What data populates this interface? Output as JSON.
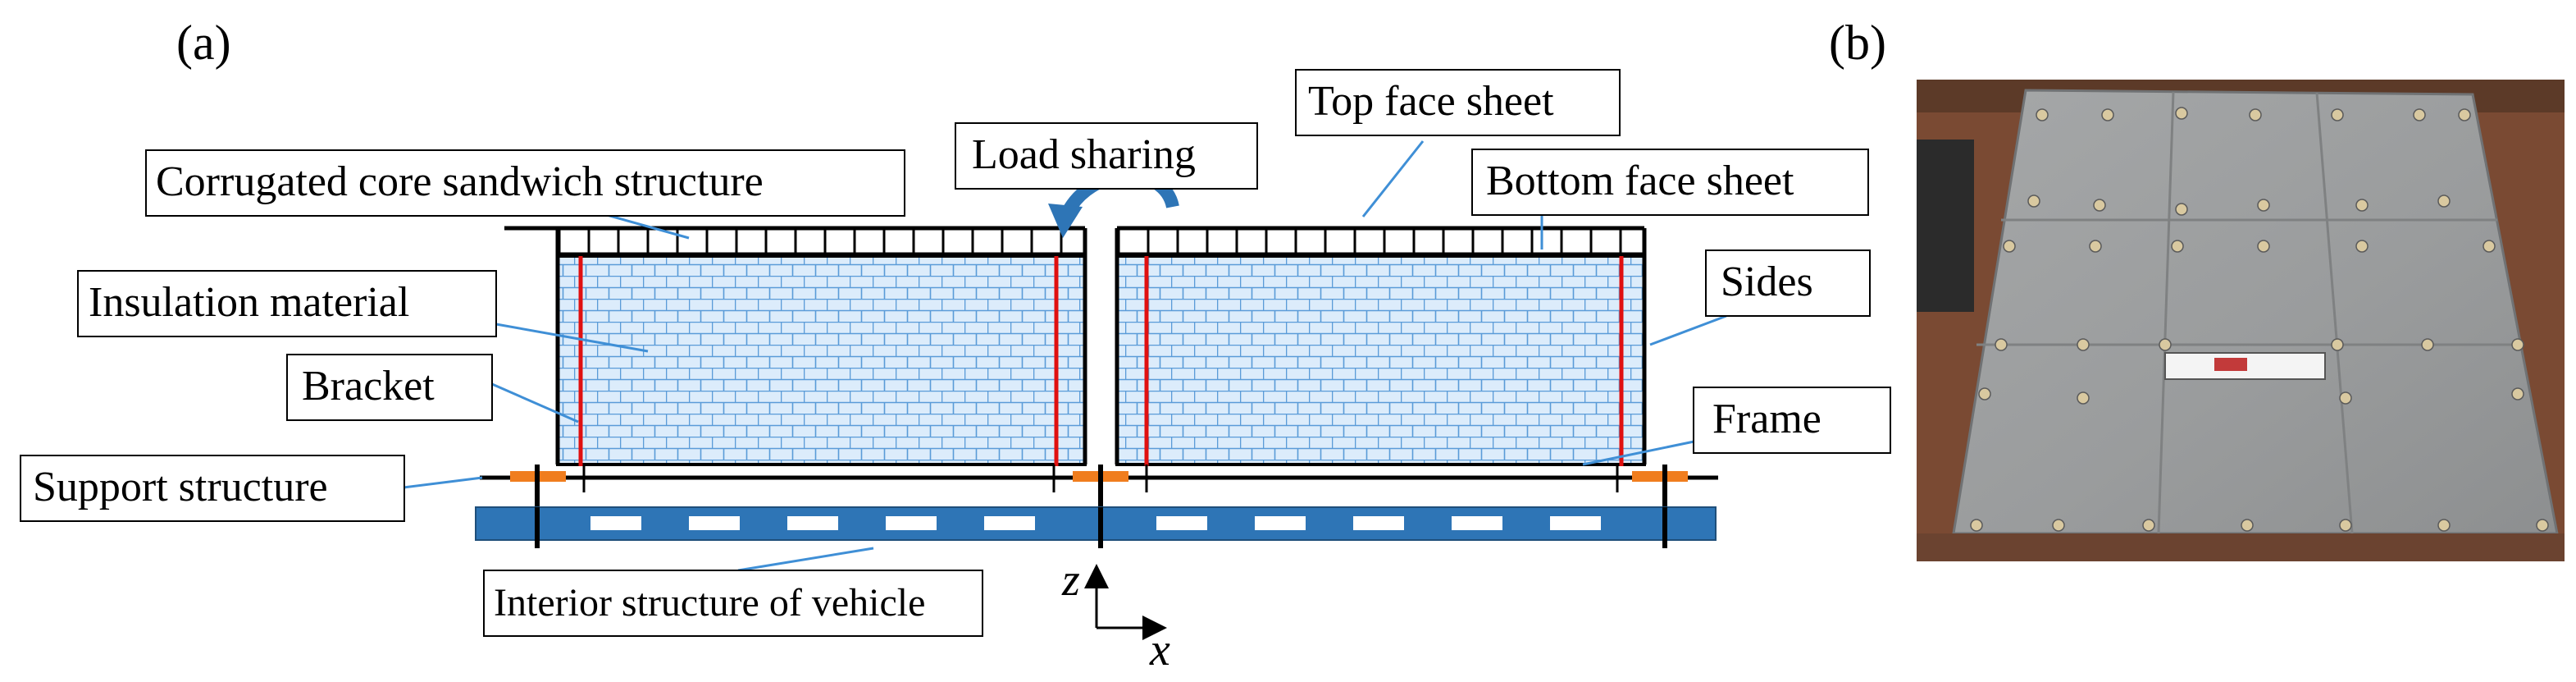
{
  "panels": {
    "a": "(a)",
    "b": "(b)"
  },
  "labels": {
    "corrugated_core": "Corrugated core sandwich structure",
    "load_sharing": "Load sharing",
    "top_face_sheet": "Top face sheet",
    "bottom_face_sheet": "Bottom face sheet",
    "insulation": "Insulation material",
    "sides": "Sides",
    "bracket": "Bracket",
    "frame": "Frame",
    "support_structure": "Support structure",
    "interior_structure": "Interior structure of vehicle"
  },
  "axes": {
    "z": "z",
    "x": "x"
  },
  "colors": {
    "leader": "#3f8fd6",
    "insulation_fill": "#dcecfb",
    "insulation_pattern": "#5a9bd8",
    "bracket": "#e01010",
    "support_pad": "#f07d1e",
    "vehicle_structure": "#2e75b6",
    "photo_background": "#7a4a33",
    "panel_surface": "#9a9c9d"
  },
  "icons": {
    "load_sharing_arrow": "curved-arrow-icon",
    "photo": "tps-panel-photo"
  }
}
